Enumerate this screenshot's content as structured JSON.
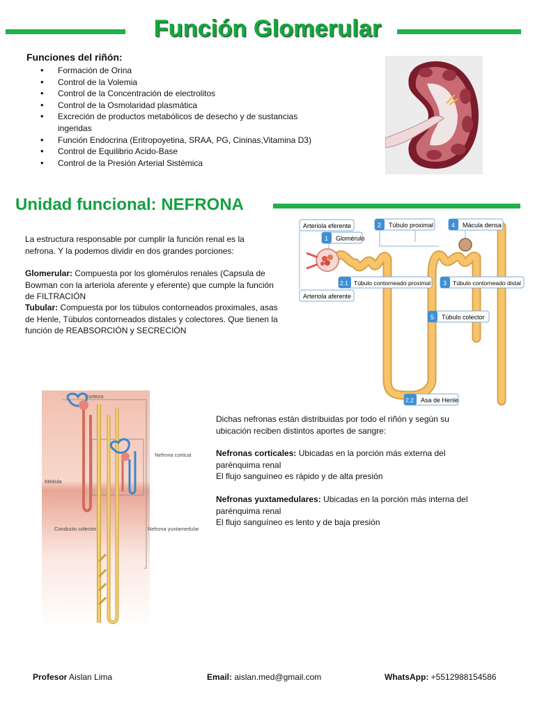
{
  "header": {
    "title": "Función Glomerular"
  },
  "functions": {
    "heading": "Funciones del riñón:",
    "items": [
      "Formación de Orina",
      "Control de la Volemia",
      "Control de la Concentración de electrolitos",
      "Control de la Osmolaridad plasmática",
      "Excreción de productos metabólicos de desecho y de sustancias ingeridas",
      "Función Endocrina (Eritropoyetina, SRAA, PG, Cininas,Vitamina D3)",
      "Control de Equilibrio Acido-Base",
      "Control de la Presión Arterial Sistémica"
    ]
  },
  "nephron": {
    "title": "Unidad funcional: NEFRONA",
    "intro": "La estructura responsable por cumplir la función renal es la nefrona. Y la podemos dividir en dos grandes porciones:",
    "glomerular_label": "Glomerular:",
    "glomerular_text": " Compuesta por los glomérulos renales (Capsula de Bowman con la arteriola aferente y eferente) que cumple la función de FILTRACIÓN",
    "tubular_label": "Tubular:",
    "tubular_text": " Compuesta por los túbulos contorneados proximales, asas de Henle, Túbulos contorneados distales y colectores. Que tienen la función de REABSORCIÓN y SECRECIÓN"
  },
  "diagram": {
    "arteriola_eferente": "Arteriola eferente",
    "arteriola_aferente": "Arteriola aferente",
    "glomerulo_num": "1",
    "glomerulo": "Glomérulo",
    "proximal_num": "2",
    "proximal": "Túbulo proximal",
    "proximal_contorneado_num": "2.1",
    "proximal_contorneado": "Túbulo contorneado proximal",
    "macula_num": "4",
    "macula": "Mácula densa",
    "distal_num": "3",
    "distal": "Túbulo contorneado distal",
    "colector_num": "5",
    "colector": "Túbulo colector",
    "henle_num": "2.2",
    "henle": "Asa de Henle"
  },
  "distribution": {
    "intro": "Dichas nefronas están distribuidas por todo el riñón y según su ubicación reciben distintos aportes de sangre:",
    "cortical_label": "Nefronas corticales:",
    "cortical_text": " Ubicadas en la porción más externa del parénquima renal",
    "cortical_flow": "El flujo sanguíneo es rápido y de alta presión",
    "yuxta_label": "Nefronas yuxtamedulares:",
    "yuxta_text": " Ubicadas en la porción más interna del parénquima renal",
    "yuxta_flow": "El flujo sanguíneo es lento y de baja presión"
  },
  "illustration": {
    "corteza": "Corteza",
    "medula": "Médula",
    "conducto": "Conducto colector",
    "nefrona_cortical": "Nefrona cortical",
    "nefrona_yuxta": "Nefrona yuxtamedular"
  },
  "footer": {
    "professor_label": "Profesor",
    "professor_name": " Aislan Lima",
    "email_label": "Email:",
    "email": " aislan.med@gmail.com",
    "whatsapp_label": "WhatsApp:",
    "whatsapp": " +5512988154586"
  },
  "colors": {
    "green": "#1fb14b",
    "tubule": "#f7c46a",
    "label_blue": "#3f8fd4"
  }
}
